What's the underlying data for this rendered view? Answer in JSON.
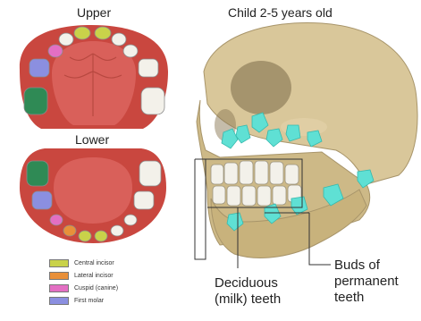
{
  "labels": {
    "upper": "Upper",
    "lower": "Lower",
    "title": "Child 2-5 years old",
    "deciduous_line1": "Deciduous",
    "deciduous_line2": "(milk) teeth",
    "buds_line1": "Buds of",
    "buds_line2": "permanent",
    "buds_line3": "teeth"
  },
  "legend": [
    {
      "label": "Central incisor",
      "color": "#c9d24a"
    },
    {
      "label": "Lateral incisor",
      "color": "#e8903a"
    },
    {
      "label": "Cuspid (canine)",
      "color": "#e36fc3"
    },
    {
      "label": "First molar",
      "color": "#8b8fe0"
    }
  ],
  "colors": {
    "gum": "#c9473f",
    "palate": "#d9605a",
    "tooth": "#f3f1ea",
    "bone": "#d9c79a",
    "bud": "#5fe0d4",
    "second_molar": "#2f8a55"
  }
}
